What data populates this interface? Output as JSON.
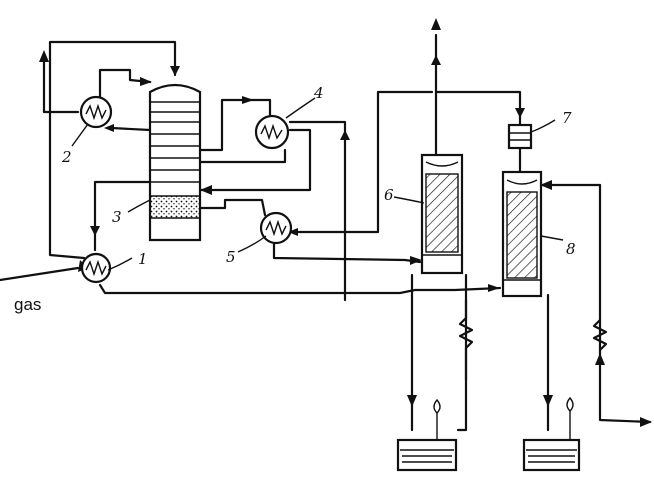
{
  "labels": {
    "inlet": "gas",
    "n1": "1",
    "n2": "2",
    "n3": "3",
    "n4": "4",
    "n5": "5",
    "n6": "6",
    "n7": "7",
    "n8": "8"
  }
}
